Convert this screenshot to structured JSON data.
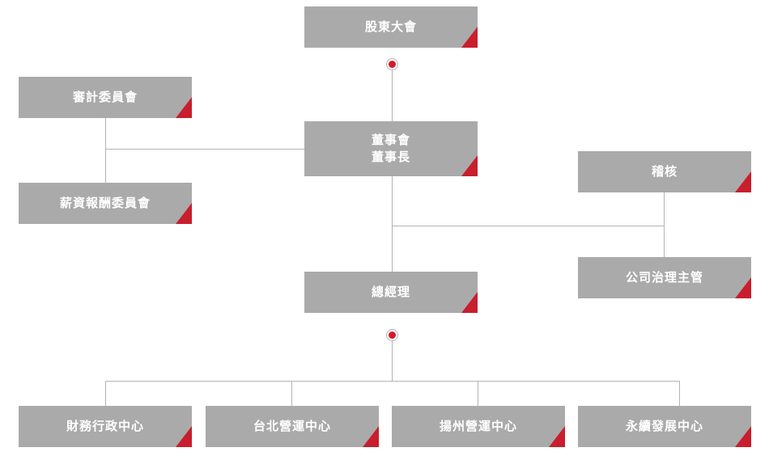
{
  "org_chart": {
    "shareholders": "股東大會",
    "audit_committee": "審計委員會",
    "compensation_committee": "薪資報酬委員會",
    "board": {
      "line1": "董事會",
      "line2": "董事長"
    },
    "internal_audit": "稽核",
    "governance_officer": "公司治理主管",
    "general_manager": "總經理",
    "centers": [
      "財務行政中心",
      "台北營運中心",
      "揚州營運中心",
      "永續發展中心"
    ]
  },
  "colors": {
    "box": "#aaaaaa",
    "accent": "#c81e2d",
    "line": "#b4b4b4",
    "text": "#ffffff"
  }
}
